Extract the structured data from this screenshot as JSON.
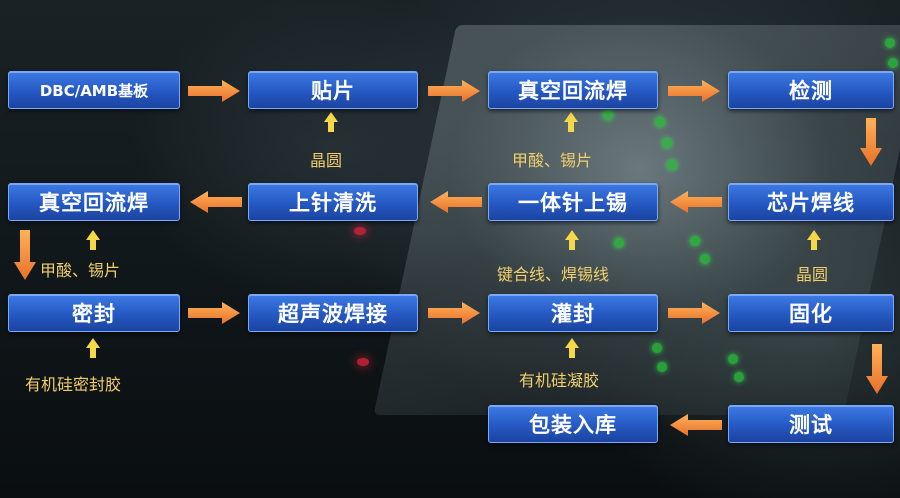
{
  "process_steps": {
    "s1": "DBC/AMB基板",
    "s2": "贴片",
    "s3": "真空回流焊",
    "s4": "检测",
    "s5": "芯片焊线",
    "s6": "一体针上锡",
    "s7": "上针清洗",
    "s8": "真空回流焊",
    "s9": "密封",
    "s10": "超声波焊接",
    "s11": "灌封",
    "s12": "固化",
    "s13": "测试",
    "s14": "包装入库"
  },
  "materials": {
    "wafer_1": "晶圆",
    "flux_solder_1": "甲酸、锡片",
    "wafer_2": "晶圆",
    "wire_solder": "键合线、焊锡线",
    "flux_solder_2": "甲酸、锡片",
    "sealant": "有机硅密封胶",
    "potting": "有机硅凝胶"
  },
  "colors": {
    "box_fill": "#2a5fc8",
    "box_border": "#7aa8ff",
    "arrow": "#f58a3a",
    "label": "#f2cf6a"
  }
}
